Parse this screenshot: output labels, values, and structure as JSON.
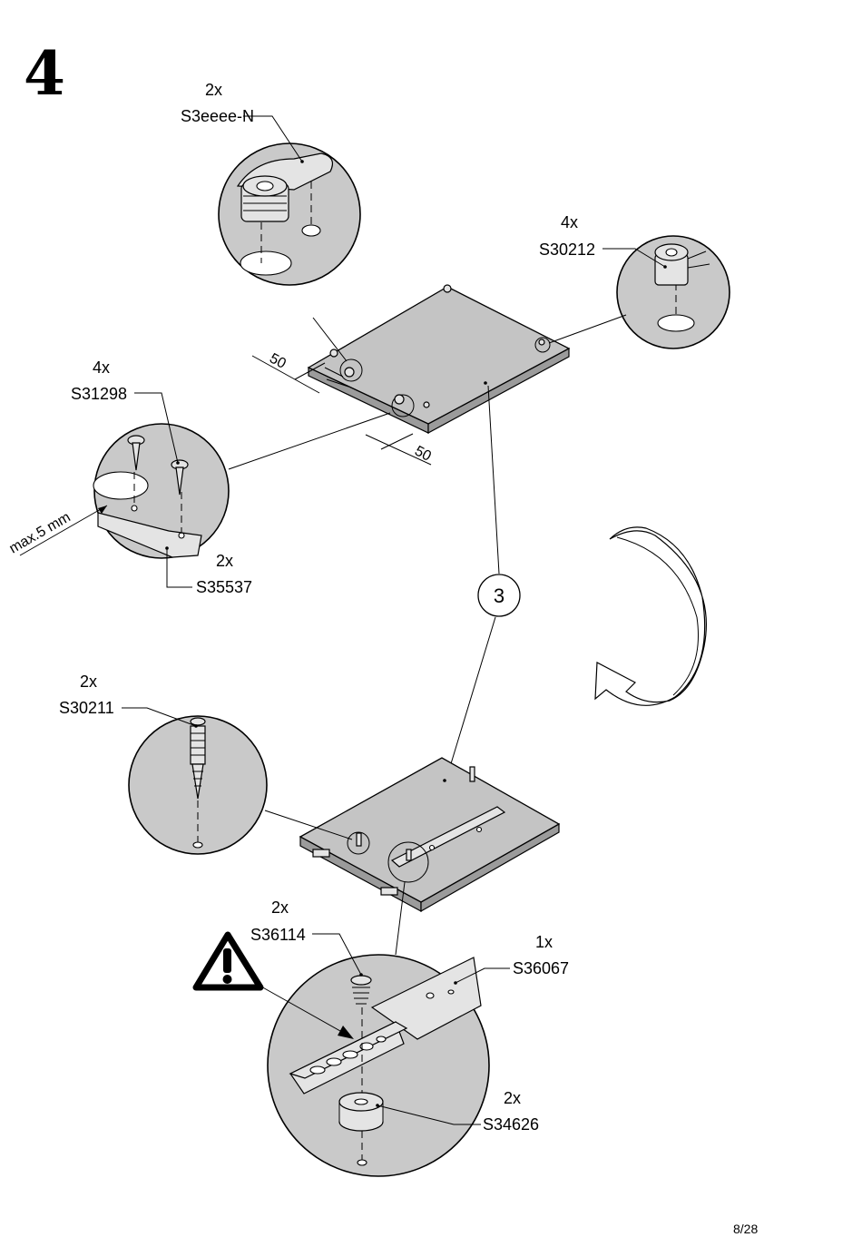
{
  "step_number": "4",
  "page": "8/28",
  "callouts": {
    "top": {
      "qty": "2x",
      "code": "S3eeee-N"
    },
    "right": {
      "qty": "4x",
      "code": "S30212"
    },
    "screws": {
      "qty": "4x",
      "code": "S31298"
    },
    "plate": {
      "qty": "2x",
      "code": "S35537"
    },
    "pin": {
      "qty": "2x",
      "code": "S30211"
    },
    "rail_screw": {
      "qty": "2x",
      "code": "S36114"
    },
    "rail": {
      "qty": "1x",
      "code": "S36067"
    },
    "spacer": {
      "qty": "2x",
      "code": "S34626"
    }
  },
  "dimensions": {
    "d1": "50",
    "d2": "50",
    "max": "max.5 mm"
  },
  "panel_number": "3",
  "icons": [
    "warning-icon",
    "rotate-arrow-icon"
  ]
}
